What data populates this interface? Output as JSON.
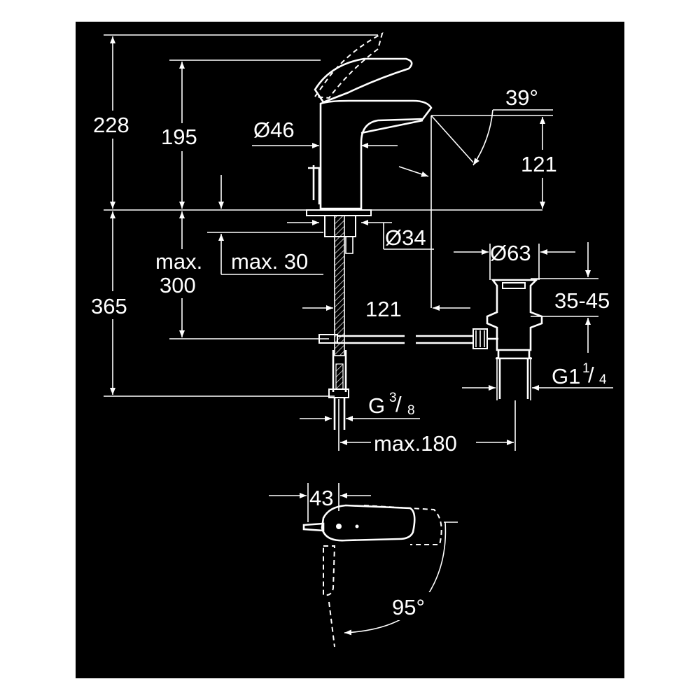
{
  "dimensions": {
    "height_total": "228",
    "height_spout": "195",
    "diameter_body": "Ø46",
    "spout_angle": "39°",
    "outlet_height": "121",
    "diameter_hole": "Ø34",
    "diameter_waste": "Ø63",
    "below_max": "max.",
    "below_max_value": "300",
    "thickness_max": "max. 30",
    "waste_offset": "121",
    "waste_adjust": "35-45",
    "waste_thread_main": "G1",
    "waste_thread_num": "1",
    "waste_thread_den": "4",
    "length_below": "365",
    "supply_thread_main": "G",
    "supply_thread_num": "3",
    "supply_thread_den": "8",
    "max_reach": "max.180",
    "lever_offset": "43",
    "lever_rotation": "95°"
  },
  "colors": {
    "background": "#000000",
    "lines": "#ffffff"
  }
}
